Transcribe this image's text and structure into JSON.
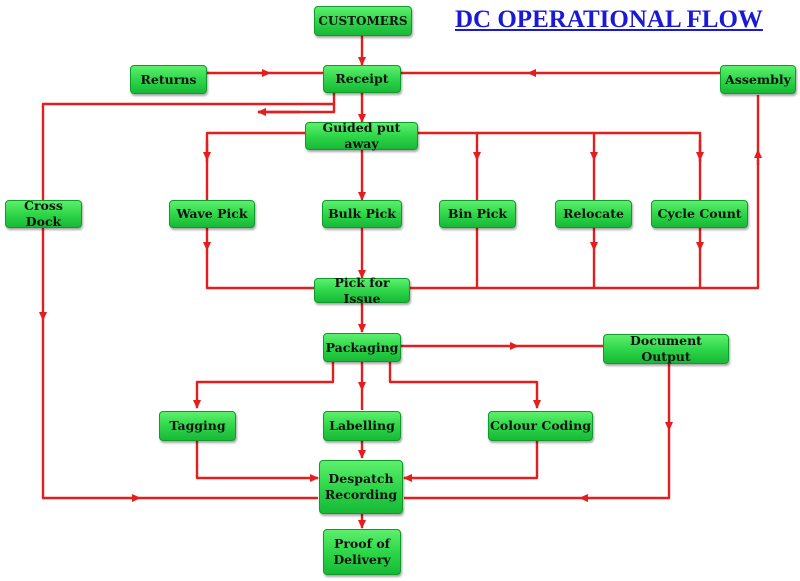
{
  "title": "DC OPERATIONAL FLOW",
  "colors": {
    "node_fill": "#2fd64a",
    "connector": "#e41e1e",
    "title": "#1a1ad6"
  },
  "nodes": {
    "customers": "CUSTOMERS",
    "returns": "Returns",
    "receipt": "Receipt",
    "assembly": "Assembly",
    "guided_put_away": "Guided put away",
    "cross_dock": "Cross Dock",
    "wave_pick": "Wave Pick",
    "bulk_pick": "Bulk Pick",
    "bin_pick": "Bin Pick",
    "relocate": "Relocate",
    "cycle_count": "Cycle Count",
    "pick_for_issue": "Pick for Issue",
    "packaging": "Packaging",
    "document_output": "Document Output",
    "tagging": "Tagging",
    "labelling": "Labelling",
    "colour_coding": "Colour Coding",
    "despatch_recording": "Despatch Recording",
    "proof_of_delivery": "Proof of Delivery"
  },
  "edges": [
    {
      "from": "CUSTOMERS",
      "to": "Receipt"
    },
    {
      "from": "Returns",
      "to": "Receipt"
    },
    {
      "from": "Assembly",
      "to": "Receipt"
    },
    {
      "from": "Receipt",
      "to": "Guided put away"
    },
    {
      "from": "Receipt",
      "to": "Cross Dock"
    },
    {
      "from": "Guided put away",
      "to": "Wave Pick"
    },
    {
      "from": "Guided put away",
      "to": "Bulk Pick"
    },
    {
      "from": "Guided put away",
      "to": "Bin Pick"
    },
    {
      "from": "Guided put away",
      "to": "Relocate"
    },
    {
      "from": "Guided put away",
      "to": "Cycle Count"
    },
    {
      "from": "Wave Pick",
      "to": "Pick for Issue"
    },
    {
      "from": "Bulk Pick",
      "to": "Pick for Issue"
    },
    {
      "from": "Bin Pick",
      "to": "Pick for Issue"
    },
    {
      "from": "Relocate",
      "to": "Pick for Issue"
    },
    {
      "from": "Cycle Count",
      "to": "Pick for Issue"
    },
    {
      "from": "Pick for Issue",
      "to": "Assembly"
    },
    {
      "from": "Pick for Issue",
      "to": "Packaging"
    },
    {
      "from": "Packaging",
      "to": "Document Output"
    },
    {
      "from": "Packaging",
      "to": "Tagging"
    },
    {
      "from": "Packaging",
      "to": "Labelling"
    },
    {
      "from": "Packaging",
      "to": "Colour Coding"
    },
    {
      "from": "Tagging",
      "to": "Despatch Recording"
    },
    {
      "from": "Labelling",
      "to": "Despatch Recording"
    },
    {
      "from": "Colour Coding",
      "to": "Despatch Recording"
    },
    {
      "from": "Cross Dock",
      "to": "Despatch Recording"
    },
    {
      "from": "Document Output",
      "to": "Despatch Recording"
    },
    {
      "from": "Despatch Recording",
      "to": "Proof of Delivery"
    }
  ]
}
